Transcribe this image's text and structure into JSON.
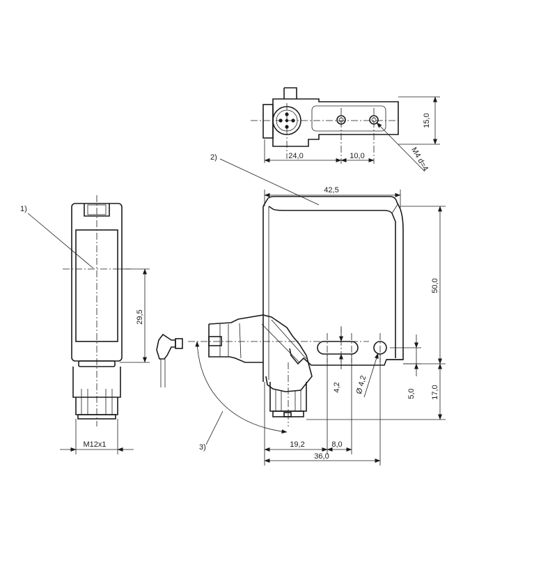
{
  "callouts": {
    "c1": "1)",
    "c2": "2)",
    "c3": "3)"
  },
  "dims": {
    "top_width_1": "24,0",
    "top_width_2": "10,0",
    "top_height": "15,0",
    "thread_note": "M4 d=4",
    "body_width": "42,5",
    "body_height": "50,0",
    "lens_height": "29,5",
    "slot_height": "4,2",
    "hole_dia": "Ø 4,2",
    "hole_offset": "5,0",
    "lower_height": "17,0",
    "dist_a": "19,2",
    "dist_b": "8,0",
    "total_width": "36,0",
    "thread_size": "M12x1"
  }
}
